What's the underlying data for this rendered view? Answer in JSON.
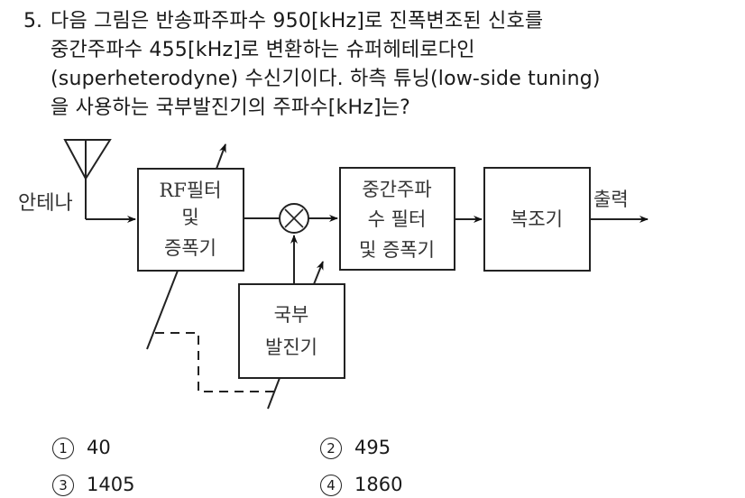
{
  "question": {
    "number": "5.",
    "lines": [
      "다음 그림은 반송파주파수 950[kHz]로 진폭변조된 신호를",
      "중간주파수 455[kHz]로 변환하는 슈퍼헤테로다인",
      "(superheterodyne) 수신기이다. 하측 튜닝(low-side tuning)",
      "을 사용하는 국부발진기의 주파수[kHz]는?"
    ]
  },
  "diagram": {
    "antenna_label": "안테나",
    "rf_block": [
      "RF필터",
      "및",
      "증폭기"
    ],
    "mixer_symbol": "×",
    "if_block": [
      "중간주파",
      "수 필터",
      "및 증폭기"
    ],
    "demod_block": "복조기",
    "output_label": "출력",
    "lo_block": [
      "국부",
      "발진기"
    ]
  },
  "choices": [
    {
      "mark": "1",
      "value": "40"
    },
    {
      "mark": "2",
      "value": "495"
    },
    {
      "mark": "3",
      "value": "1405"
    },
    {
      "mark": "4",
      "value": "1860"
    }
  ]
}
